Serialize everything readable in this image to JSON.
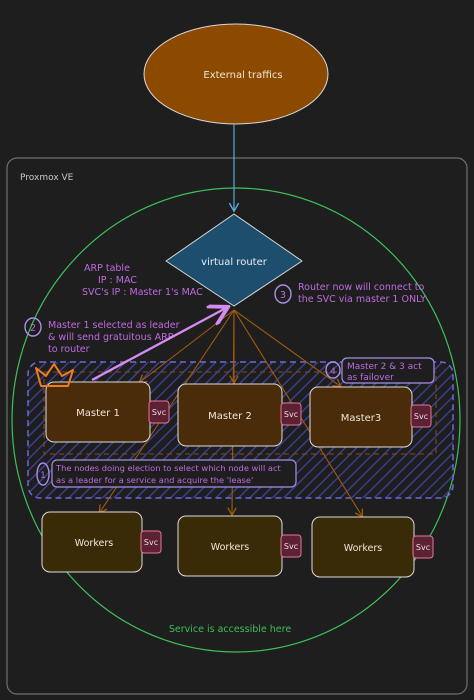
{
  "colors": {
    "background": "#1e1e1e",
    "external_fill": "#8b4a00",
    "router_fill": "#1d4e6e",
    "master_fill": "#4a2c0b",
    "worker_fill": "#3a2b08",
    "svc_fill": "#5c2234",
    "svc_stroke": "#e8749a",
    "purple": "#c06ae0",
    "annotation_border": "#a88ee8",
    "green": "#3fbf5a",
    "orange_line": "#a05a0a"
  },
  "external": {
    "label": "External traffics"
  },
  "proxmox": {
    "label": "Proxmox VE"
  },
  "router": {
    "label": "virtual router"
  },
  "arp": {
    "line1": "ARP table",
    "line2": "IP   :   MAC",
    "line3": "SVC's IP : Master 1's MAC"
  },
  "steps": {
    "step1": {
      "number": "1",
      "line1": "The nodes doing election to select which node will act",
      "line2": "as a leader for a service and acquire the 'lease'"
    },
    "step2": {
      "number": "2",
      "line1": "Master 1 selected as leader",
      "line2": "& will send gratuitous ARP",
      "line3": "to router"
    },
    "step3": {
      "number": "3",
      "line1": "Router now will connect to",
      "line2": "the SVC via master 1 ONLY"
    },
    "step4": {
      "number": "4",
      "line1": "Master 2 & 3 act",
      "line2": "as failover"
    }
  },
  "masters": [
    {
      "label": "Master 1",
      "svc": "Svc"
    },
    {
      "label": "Master 2",
      "svc": "Svc"
    },
    {
      "label": "Master3",
      "svc": "Svc"
    }
  ],
  "workers": [
    {
      "label": "Workers",
      "svc": "Svc"
    },
    {
      "label": "Workers",
      "svc": "Svc"
    },
    {
      "label": "Workers",
      "svc": "Svc"
    }
  ],
  "footer": {
    "label": "Service is accessible here"
  },
  "icons": {
    "leader": "crown-icon"
  }
}
